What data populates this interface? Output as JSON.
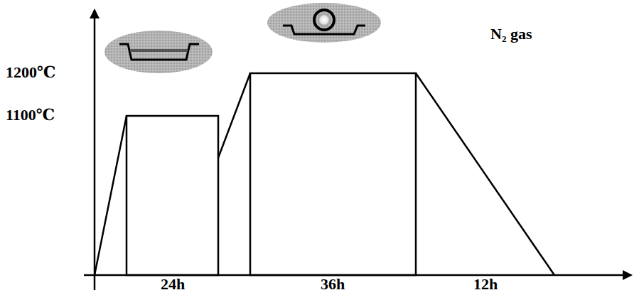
{
  "diagram": {
    "labels": [
      "1200℃",
      "1100℃",
      "N₂ gas",
      "24h",
      "36h",
      "12h"
    ]
  }
}
